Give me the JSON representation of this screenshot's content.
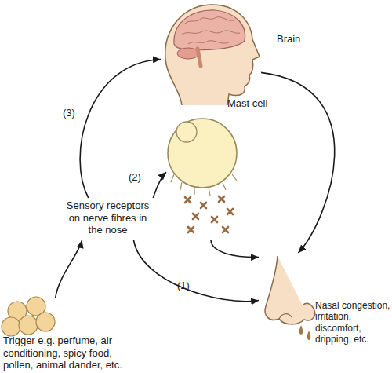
{
  "diagram": {
    "nodes": [
      {
        "text": [
          "Brain"
        ]
      },
      {
        "text": [
          "Mast cell"
        ]
      },
      {
        "text": [
          "Sensory receptors on nerve fibres in the nose"
        ]
      },
      {
        "text": [
          "Trigger e.g. perfume, air conditioning, spicy food, pollen, animal dander, etc."
        ]
      },
      {
        "text": [
          "Nasal congestion, irritation, discomfort, dripping, etc."
        ]
      }
    ],
    "edges": [
      {
        "from": 3,
        "to": 2,
        "arrow": "to"
      },
      {
        "from": 2,
        "to": 0,
        "label": "(3)",
        "arrow": "to"
      },
      {
        "from": 2,
        "to": 1,
        "label": "(2)",
        "arrow": "to"
      },
      {
        "from": 2,
        "to": 4,
        "label": "(1)",
        "arrow": "to"
      },
      {
        "from": 1,
        "to": 4,
        "arrow": "to"
      },
      {
        "from": 0,
        "to": 4,
        "arrow": "to"
      }
    ]
  }
}
